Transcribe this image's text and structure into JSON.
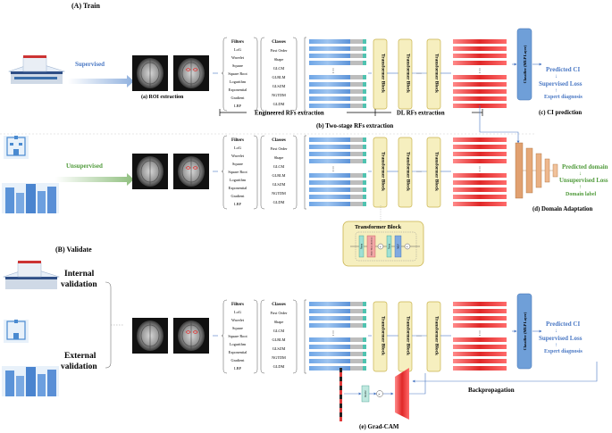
{
  "sections": {
    "train": "(A) Train",
    "validate": "(B) Validate"
  },
  "labels": {
    "supervised": "Supervised",
    "unsupervised": "Unsupervised",
    "internal_validation_1": "Internal",
    "internal_validation_2": "validation",
    "external_validation_1": "External",
    "external_validation_2": "validation",
    "roi_extraction": "(a) ROI extraction",
    "engineered_rfs": "Engineered RFs extraction",
    "dl_rfs": "DL RFs extraction",
    "two_stage": "(b) Two-stage RFs extraction",
    "ci_prediction": "(c) CI prediction",
    "domain_adaptation": "(d) Domain Adaptation",
    "grad_cam": "(e) Grad-CAM",
    "backpropagation": "Backpropagation",
    "transformer_block_title": "Transformer Block"
  },
  "filters": {
    "header": "Filters",
    "items": [
      "LoG",
      "Wavelet",
      "Square",
      "Square Root",
      "Logarithm",
      "Exponential",
      "Gradient",
      "LBP"
    ]
  },
  "classes": {
    "header": "Classes",
    "items": [
      "First Order",
      "Shape",
      "GLCM",
      "GLRLM",
      "GLSZM",
      "NGTDM",
      "GLDM"
    ]
  },
  "transformer_block_label": "Transformer Block",
  "ellipsis": "···",
  "vdots": "⋮",
  "classifier_label": "Classifier (MLP Layer)",
  "ci_outputs": {
    "predicted": "Predicted CI",
    "loss": "Supervised Loss",
    "gt": "Expert diagnosis"
  },
  "domain_outputs": {
    "predicted": "Predicted domain",
    "loss": "Unsupervised Loss",
    "gt": "Domain label"
  },
  "tb_detail": {
    "norm": "Norm",
    "attn": "Multi-Head Attention",
    "mlp": "MLP",
    "plus": "+"
  },
  "gradcam": {
    "relu": "ReLU",
    "times": "×"
  },
  "colors": {
    "blue": "#4a78c4",
    "green": "#4f9a3a",
    "tb_fill": "#f6efbf",
    "tb_stroke": "#c9b34d",
    "red": "#e03a3a",
    "classifier": "#6f9fd8",
    "da_fill": "#e0a070",
    "teal": "#4fc3b0"
  },
  "icons": [
    "hospital-icon",
    "city-hospital-icon",
    "city-skyline-icon",
    "mri-slice-icon",
    "mri-roi-icon"
  ]
}
